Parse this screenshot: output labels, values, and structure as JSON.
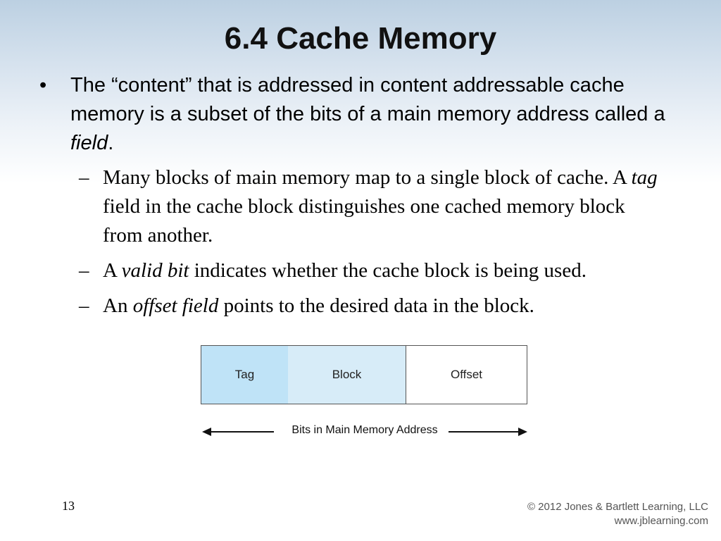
{
  "slide": {
    "title": "6.4 Cache Memory",
    "bullet": {
      "marker": "•",
      "text_before": "The “content” that is addressed in content addressable cache memory is a subset of the bits of a main memory address called a ",
      "text_italic": "field",
      "text_after": "."
    },
    "subbullets": [
      {
        "marker": "–",
        "text_before": "Many blocks of main memory map to a single block of cache. A ",
        "text_italic": "tag",
        "text_after": " field in the cache block distinguishes one cached memory block from another."
      },
      {
        "marker": "–",
        "text_before": "A ",
        "text_italic": "valid bit",
        "text_after": " indicates whether the cache block is being used."
      },
      {
        "marker": "–",
        "text_before": "An ",
        "text_italic": "offset field",
        "text_after": " points to the desired data in the block."
      }
    ]
  },
  "diagram": {
    "fields": [
      "Tag",
      "Block",
      "Offset"
    ],
    "arrow_label": "Bits in Main Memory Address",
    "colors": {
      "tag": "#bfe3f7",
      "block": "#d7ecf8",
      "offset": "#ffffff"
    }
  },
  "footer": {
    "page_number": "13",
    "copyright": "© 2012 Jones & Bartlett Learning, LLC",
    "website": "www.jblearning.com"
  }
}
